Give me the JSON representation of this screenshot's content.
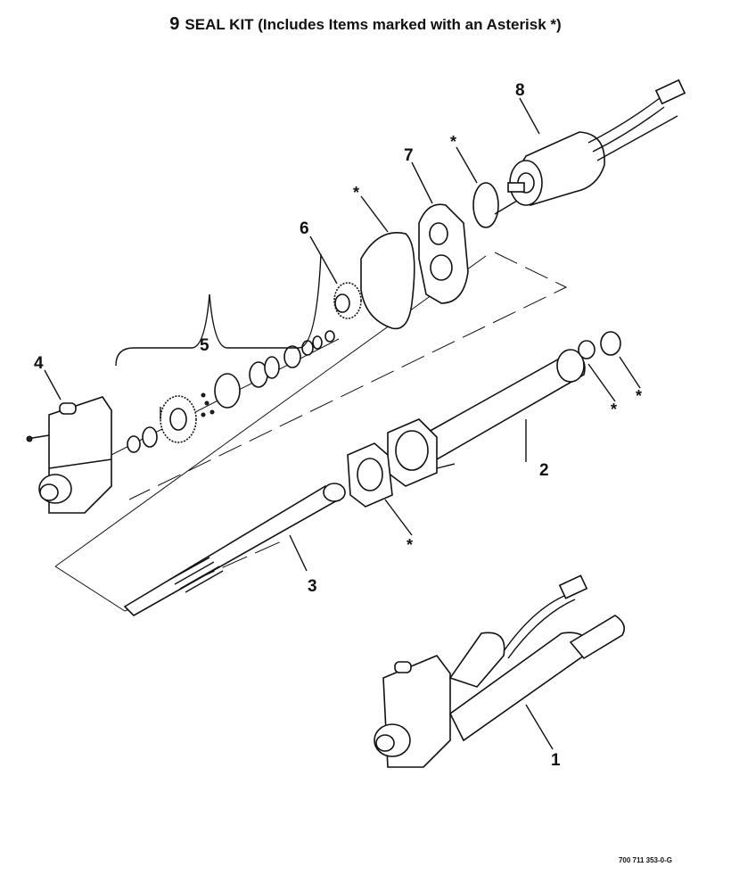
{
  "header": {
    "item_number": "9",
    "title": "SEAL KIT (Includes Items marked with an Asterisk *)"
  },
  "labels": {
    "item1": "1",
    "item2": "2",
    "item3": "3",
    "item4": "4",
    "item5": "5",
    "item6": "6",
    "item7": "7",
    "item8": "8",
    "asterisk": "*"
  },
  "footer": {
    "document_number": "700 711 353-0-G"
  }
}
